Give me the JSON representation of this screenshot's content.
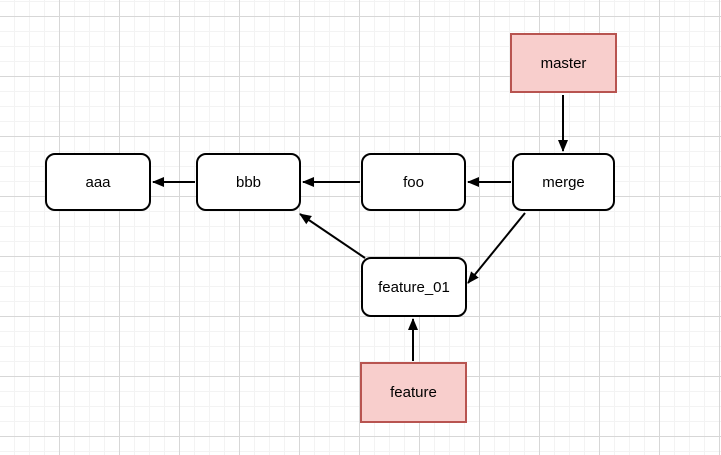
{
  "diagram": {
    "type": "git-commit-graph",
    "nodes": {
      "master": {
        "label": "master",
        "kind": "branch-label"
      },
      "merge": {
        "label": "merge",
        "kind": "commit"
      },
      "foo": {
        "label": "foo",
        "kind": "commit"
      },
      "bbb": {
        "label": "bbb",
        "kind": "commit"
      },
      "aaa": {
        "label": "aaa",
        "kind": "commit"
      },
      "feature_01": {
        "label": "feature_01",
        "kind": "commit"
      },
      "feature": {
        "label": "feature",
        "kind": "branch-label"
      }
    },
    "edges": [
      {
        "from": "master",
        "to": "merge"
      },
      {
        "from": "merge",
        "to": "foo"
      },
      {
        "from": "foo",
        "to": "bbb"
      },
      {
        "from": "bbb",
        "to": "aaa"
      },
      {
        "from": "merge",
        "to": "feature_01"
      },
      {
        "from": "feature_01",
        "to": "bbb"
      },
      {
        "from": "feature",
        "to": "feature_01"
      }
    ],
    "colors": {
      "background": "#ffffff",
      "grid_minor": "#f3f3f3",
      "grid_major": "#d7d7d7",
      "commit_fill": "#ffffff",
      "commit_stroke": "#000000",
      "branch_fill": "#f8cecc",
      "branch_stroke": "#b85450",
      "edge": "#000000",
      "text": "#000000"
    }
  }
}
